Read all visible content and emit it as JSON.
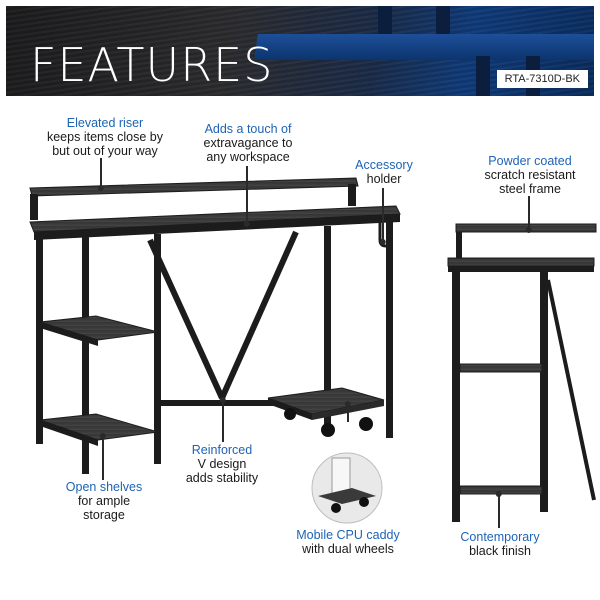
{
  "header": {
    "title": "FEATURES",
    "sku": "RTA-7310D-BK"
  },
  "features": [
    {
      "id": "elevated-riser",
      "head": "Elevated riser",
      "body": [
        "keeps items close by",
        "but out of your way"
      ]
    },
    {
      "id": "extravagance",
      "head": "Adds a touch of",
      "body": [
        "extravagance to",
        "any workspace"
      ]
    },
    {
      "id": "accessory-holder",
      "head": "Accessory",
      "body": [
        "holder"
      ]
    },
    {
      "id": "powder-coated",
      "head": "Powder coated",
      "body": [
        "scratch resistant",
        "steel frame"
      ]
    },
    {
      "id": "reinforced",
      "head": "Reinforced",
      "body": [
        "V design",
        "adds stability"
      ]
    },
    {
      "id": "open-shelves",
      "head": "Open shelves",
      "body": [
        "for ample",
        "storage"
      ]
    },
    {
      "id": "cpu-caddy",
      "head": "Mobile CPU caddy",
      "body": [
        "with dual wheels"
      ]
    },
    {
      "id": "contemporary",
      "head": "Contemporary",
      "body": [
        "black finish"
      ]
    }
  ],
  "colors": {
    "accent_text": "#1f63b6",
    "desk_frame": "#1c1c1c",
    "desk_wood": "#3a3a3a",
    "banner_blue": "#0f3a78"
  }
}
